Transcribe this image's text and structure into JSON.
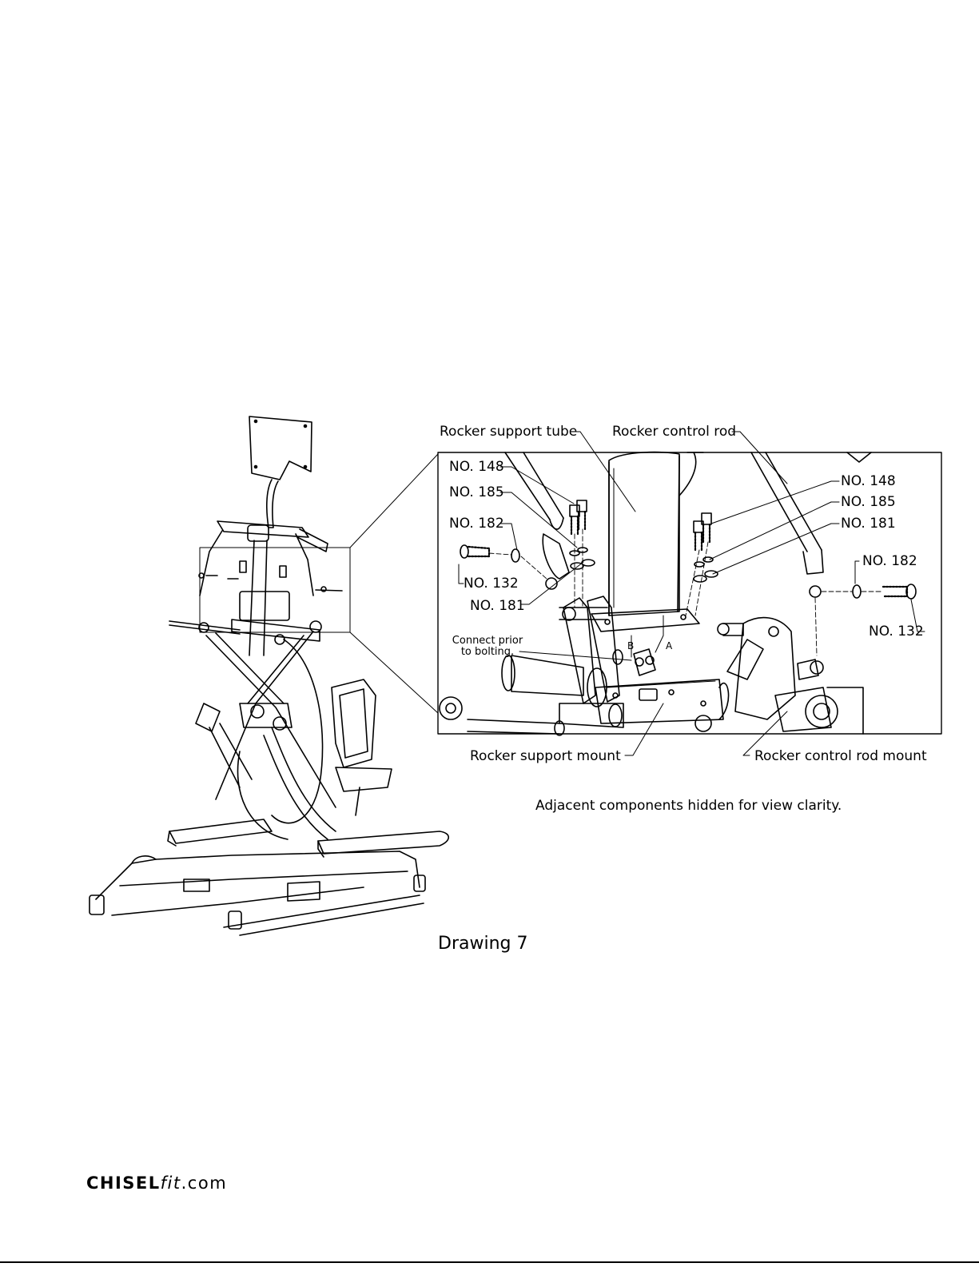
{
  "drawing": {
    "title": "Drawing 7",
    "note": "Adjacent components hidden for view clarity.",
    "callouts": {
      "rocker_support_tube": "Rocker support tube",
      "rocker_control_rod": "Rocker control rod",
      "rocker_support_mount": "Rocker support mount",
      "rocker_control_rod_mount": "Rocker control rod mount",
      "connect_prior_1": "Connect prior",
      "connect_prior_2": "to bolting.",
      "point_a": "A",
      "point_b": "B"
    },
    "parts_left": {
      "no148": "NO. 148",
      "no185": "NO. 185",
      "no182": "NO. 182",
      "no132": "NO. 132",
      "no181": "NO. 181"
    },
    "parts_right": {
      "no148": "NO. 148",
      "no185": "NO. 185",
      "no181": "NO. 181",
      "no182": "NO. 182",
      "no132": "NO. 132"
    }
  },
  "footer": {
    "brand_bold": "CHISEL",
    "brand_italic": "fit",
    "brand_suffix": ".com"
  }
}
